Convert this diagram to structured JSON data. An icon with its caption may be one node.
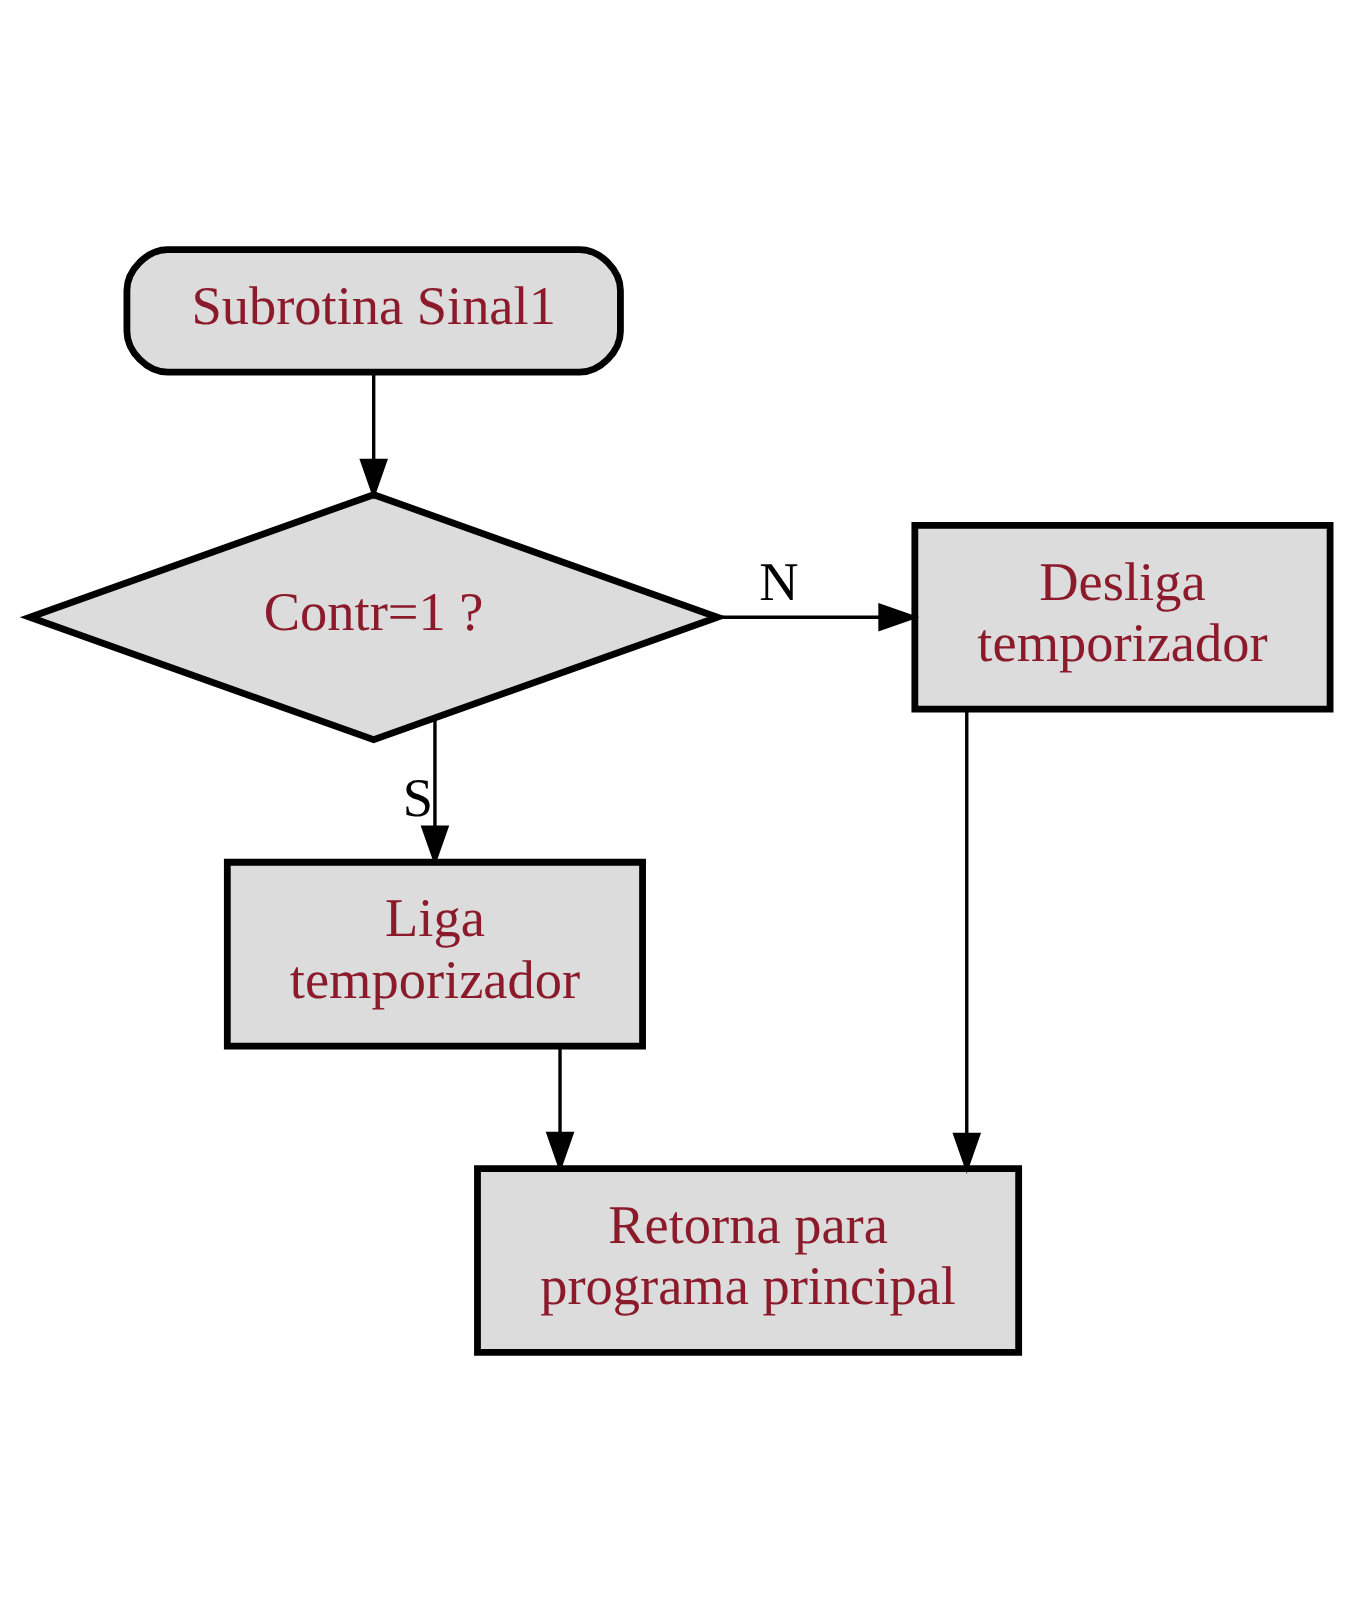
{
  "diagram": {
    "nodes": [
      {
        "text": [
          "Subrotina Sinal1"
        ]
      },
      {
        "text": [
          "Contr=1 ?"
        ]
      },
      {
        "text": [
          "Desliga temporizador"
        ]
      },
      {
        "text": [
          "Liga temporizador"
        ]
      },
      {
        "text": [
          "Retorna para programa principal"
        ]
      }
    ],
    "edges": [
      {
        "from": 0,
        "to": 1,
        "arrow": "to"
      },
      {
        "from": 1,
        "to": 2,
        "arrow": "to",
        "label": "N"
      },
      {
        "from": 1,
        "to": 3,
        "arrow": "to",
        "label": "S"
      },
      {
        "from": 3,
        "to": 4,
        "arrow": "to"
      },
      {
        "from": 2,
        "to": 4,
        "arrow": "to"
      }
    ]
  }
}
